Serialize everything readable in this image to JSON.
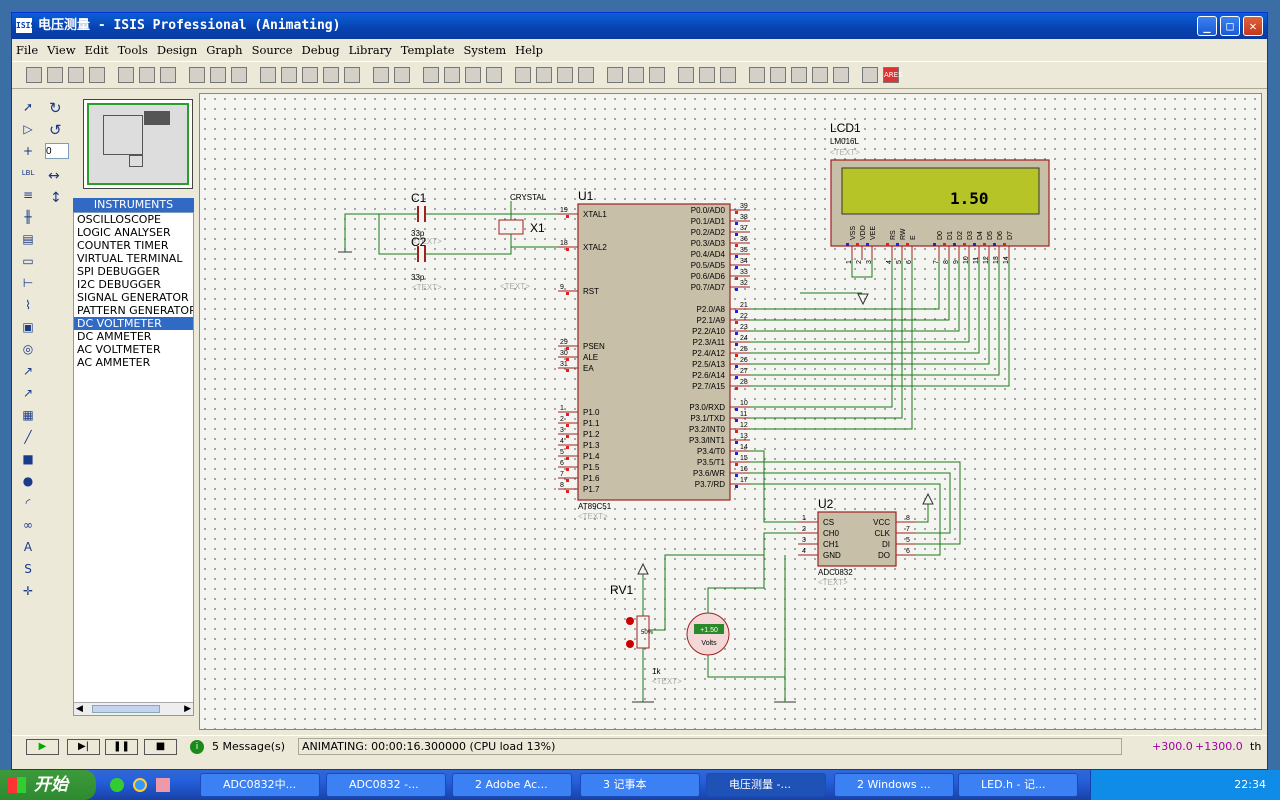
{
  "window": {
    "title": "电压测量 - ISIS Professional (Animating)",
    "app_icon": "ISIS"
  },
  "menu": [
    "File",
    "View",
    "Edit",
    "Tools",
    "Design",
    "Graph",
    "Source",
    "Debug",
    "Library",
    "Template",
    "System",
    "Help"
  ],
  "rotation_value": "0",
  "instruments": {
    "header": "INSTRUMENTS",
    "items": [
      "OSCILLOSCOPE",
      "LOGIC ANALYSER",
      "COUNTER TIMER",
      "VIRTUAL TERMINAL",
      "SPI DEBUGGER",
      "I2C DEBUGGER",
      "SIGNAL GENERATOR",
      "PATTERN GENERATOR",
      "DC VOLTMETER",
      "DC AMMETER",
      "AC VOLTMETER",
      "AC AMMETER"
    ],
    "selected": "DC VOLTMETER"
  },
  "schematic": {
    "lcd": {
      "ref": "LCD1",
      "model": "LM016L",
      "text": "<TEXT>",
      "display": "1.50",
      "pins": [
        "VSS",
        "VDD",
        "VEE",
        "RS",
        "RW",
        "E",
        "D0",
        "D1",
        "D2",
        "D3",
        "D4",
        "D5",
        "D6",
        "D7"
      ],
      "pin_nums": [
        "1",
        "2",
        "3",
        "4",
        "5",
        "6",
        "7",
        "8",
        "9",
        "10",
        "11",
        "12",
        "13",
        "14"
      ]
    },
    "u1": {
      "ref": "U1",
      "model": "AT89C51",
      "text": "<TEXT>",
      "left_pins": [
        [
          "19",
          "XTAL1"
        ],
        [
          "18",
          "XTAL2"
        ],
        [
          "9",
          "RST"
        ],
        [
          "29",
          "PSEN"
        ],
        [
          "30",
          "ALE"
        ],
        [
          "31",
          "EA"
        ],
        [
          "1",
          "P1.0"
        ],
        [
          "2",
          "P1.1"
        ],
        [
          "3",
          "P1.2"
        ],
        [
          "4",
          "P1.3"
        ],
        [
          "5",
          "P1.4"
        ],
        [
          "6",
          "P1.5"
        ],
        [
          "7",
          "P1.6"
        ],
        [
          "8",
          "P1.7"
        ]
      ],
      "right_pins": [
        [
          "39",
          "P0.0/AD0"
        ],
        [
          "38",
          "P0.1/AD1"
        ],
        [
          "37",
          "P0.2/AD2"
        ],
        [
          "36",
          "P0.3/AD3"
        ],
        [
          "35",
          "P0.4/AD4"
        ],
        [
          "34",
          "P0.5/AD5"
        ],
        [
          "33",
          "P0.6/AD6"
        ],
        [
          "32",
          "P0.7/AD7"
        ],
        [
          "21",
          "P2.0/A8"
        ],
        [
          "22",
          "P2.1/A9"
        ],
        [
          "23",
          "P2.2/A10"
        ],
        [
          "24",
          "P2.3/A11"
        ],
        [
          "25",
          "P2.4/A12"
        ],
        [
          "26",
          "P2.5/A13"
        ],
        [
          "27",
          "P2.6/A14"
        ],
        [
          "28",
          "P2.7/A15"
        ],
        [
          "10",
          "P3.0/RXD"
        ],
        [
          "11",
          "P3.1/TXD"
        ],
        [
          "12",
          "P3.2/INT0"
        ],
        [
          "13",
          "P3.3/INT1"
        ],
        [
          "14",
          "P3.4/T0"
        ],
        [
          "15",
          "P3.5/T1"
        ],
        [
          "16",
          "P3.6/WR"
        ],
        [
          "17",
          "P3.7/RD"
        ]
      ]
    },
    "u2": {
      "ref": "U2",
      "model": "ADC0832",
      "text": "<TEXT>",
      "left_pins": [
        [
          "1",
          "CS"
        ],
        [
          "2",
          "CH0"
        ],
        [
          "3",
          "CH1"
        ],
        [
          "4",
          "GND"
        ]
      ],
      "right_pins": [
        [
          "8",
          "VCC"
        ],
        [
          "7",
          "CLK"
        ],
        [
          "5",
          "DI"
        ],
        [
          "6",
          "DO"
        ]
      ]
    },
    "c1": {
      "ref": "C1",
      "value": "33p",
      "text": "<TEXT>"
    },
    "c2": {
      "ref": "C2",
      "value": "33p",
      "text": "<TEXT>"
    },
    "x1": {
      "ref": "X1",
      "value": "CRYSTAL",
      "text": "<TEXT>"
    },
    "rv1": {
      "ref": "RV1",
      "value": "1k",
      "text": "<TEXT>",
      "percent": "50%"
    },
    "voltmeter": {
      "reading": "+1.50",
      "unit": "Volts"
    }
  },
  "status": {
    "messages": "5 Message(s)",
    "animating": "ANIMATING: 00:00:16.300000 (CPU load 13%)",
    "coord_x": "+300.0",
    "coord_y": "+1300.0",
    "unit": "th"
  },
  "taskbar": {
    "start": "开始",
    "tasks": [
      "ADC0832中...",
      "ADC0832   -...",
      "2 Adobe Ac...",
      "3 记事本",
      "电压测量 -...",
      "2 Windows ...",
      "LED.h - 记..."
    ],
    "clock": "22:34"
  }
}
